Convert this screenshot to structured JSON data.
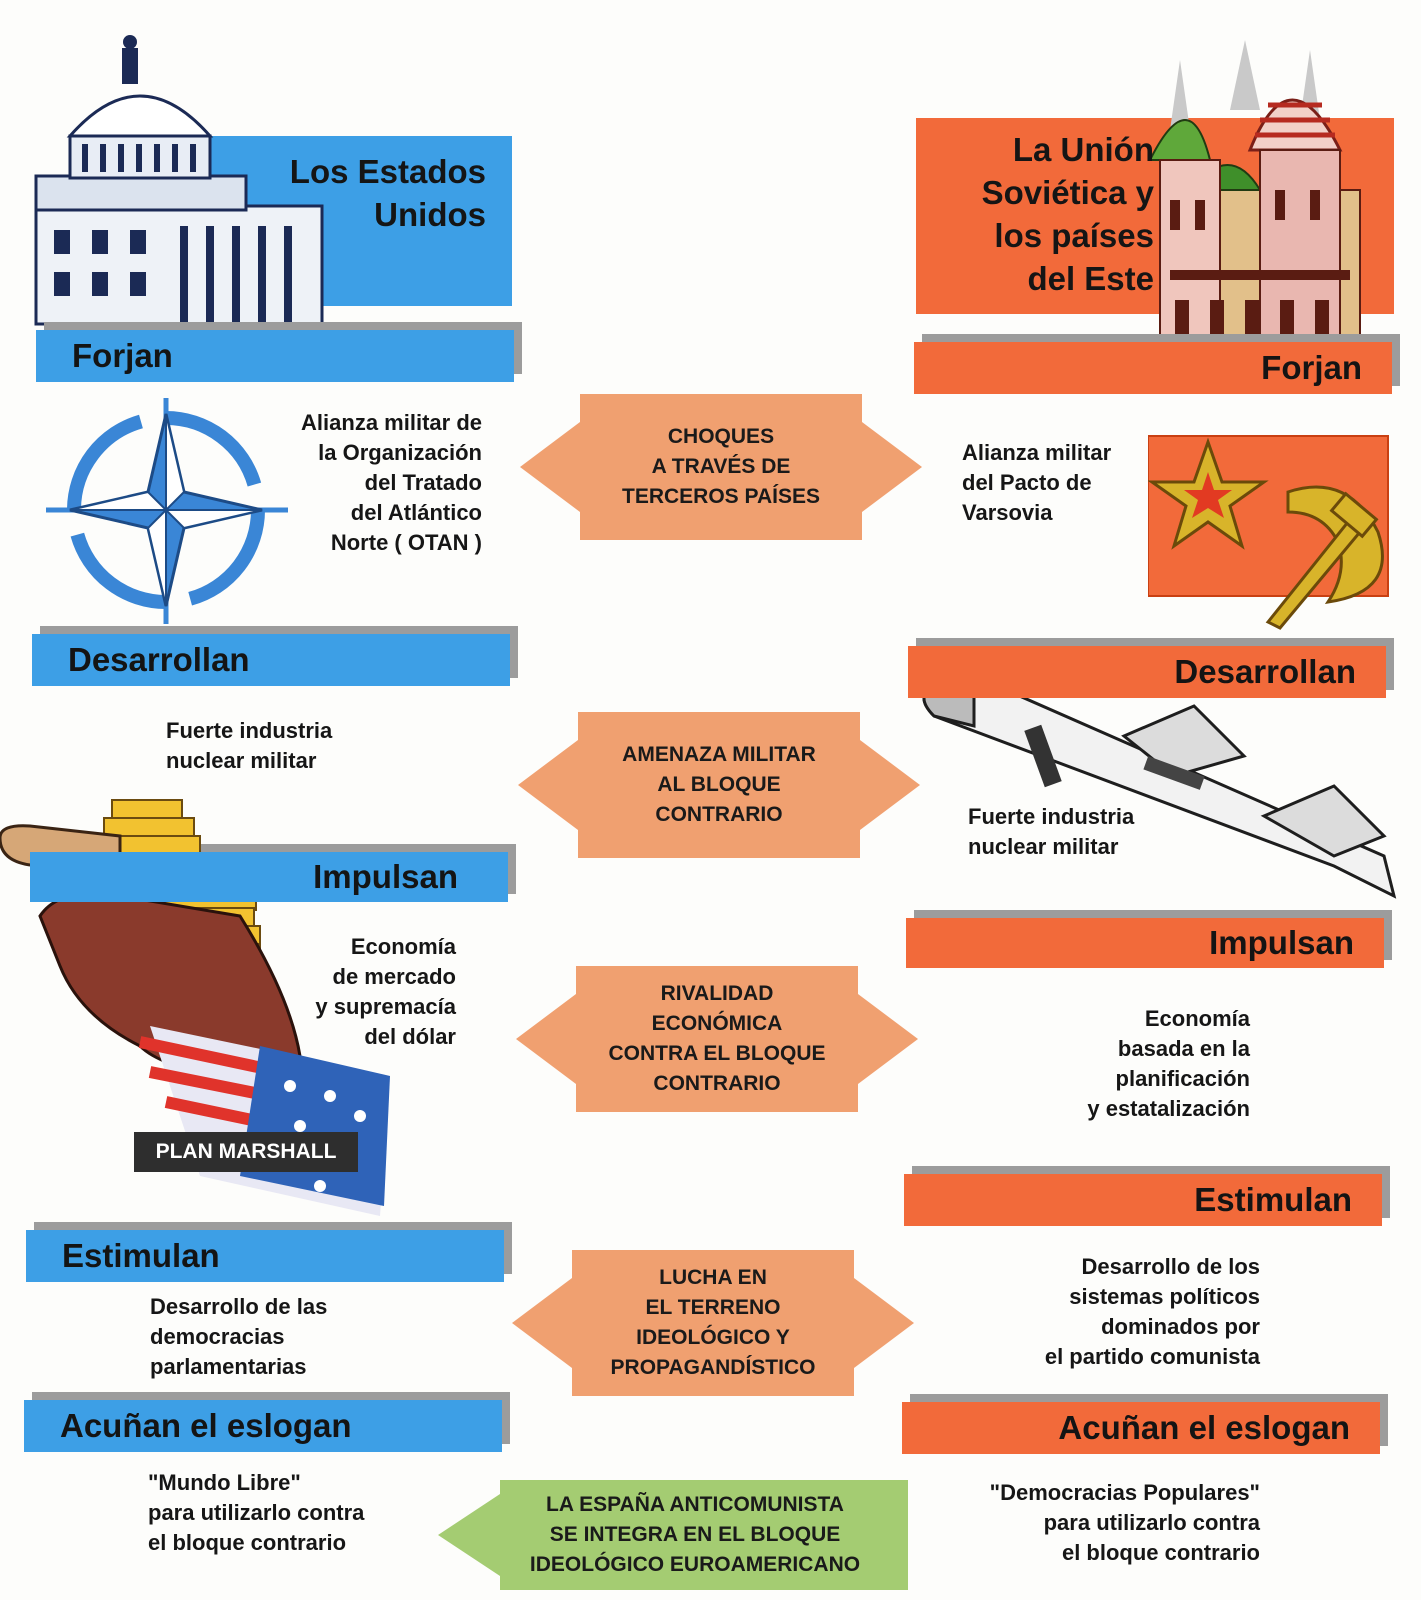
{
  "colors": {
    "usa": "#3d9fe6",
    "ussr": "#f26a3a",
    "arrow": "#f0a070",
    "arrow_green": "#a4cc72",
    "shadow": "#9c9c9c"
  },
  "usa": {
    "title": "Los Estados\nUnidos",
    "forjan": "Forjan",
    "forjan_text": "Alianza militar de\nla Organización\ndel Tratado\ndel Atlántico\nNorte ( OTAN )",
    "desarrollan": "Desarrollan",
    "desarrollan_text": "Fuerte industria\nnuclear militar",
    "impulsan": "Impulsan",
    "impulsan_text": "Economía\nde mercado\ny supremacía\ndel dólar",
    "plan": "PLAN MARSHALL",
    "estimulan": "Estimulan",
    "estimulan_text": "Desarrollo de las\ndemocracias\nparlamentarias",
    "eslogan": "Acuñan el eslogan",
    "eslogan_text": "\"Mundo Libre\"\npara utilizarlo contra\nel bloque contrario"
  },
  "ussr": {
    "title": "La Unión\nSoviética y\nlos países\ndel Este",
    "forjan": "Forjan",
    "forjan_text": "Alianza militar\ndel Pacto de\nVarsovia",
    "desarrollan": "Desarrollan",
    "desarrollan_text": "Fuerte industria\nnuclear militar",
    "impulsan": "Impulsan",
    "impulsan_text": "Economía\nbasada en la\nplanificación\ny estatalización",
    "estimulan": "Estimulan",
    "estimulan_text": "Desarrollo de los\nsistemas políticos\ndominados por\nel partido comunista",
    "eslogan": "Acuñan el eslogan",
    "eslogan_text": "\"Democracias Populares\"\npara utilizarlo contra\nel bloque contrario"
  },
  "arrows": [
    "CHOQUES\nA TRAVÉS DE\nTERCEROS PAÍSES",
    "AMENAZA MILITAR\nAL BLOQUE\nCONTRARIO",
    "RIVALIDAD\nECONÓMICA\nCONTRA EL BLOQUE\nCONTRARIO",
    "LUCHA EN\nEL TERRENO\nIDEOLÓGICO Y\nPROPAGANDÍSTICO"
  ],
  "spain": "LA ESPAÑA ANTICOMUNISTA\nSE INTEGRA EN EL BLOQUE\nIDEOLÓGICO EUROAMERICANO"
}
